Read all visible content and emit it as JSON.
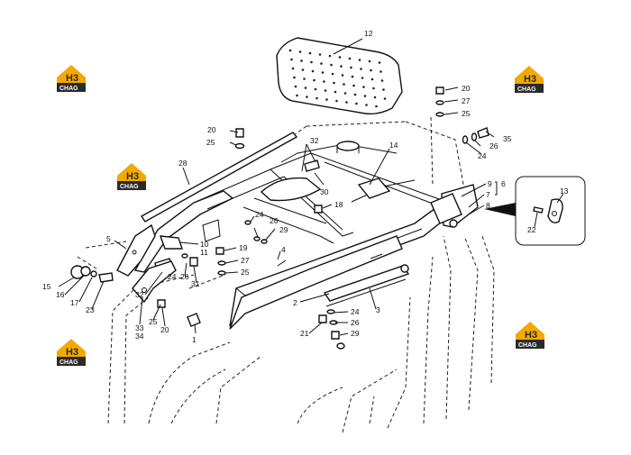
{
  "watermark": {
    "mark": "H3",
    "text": "CHAG",
    "color_gold": "#f2a900",
    "color_dark": "#2a2a2a"
  },
  "callouts": {
    "c1": "1",
    "c2": "2",
    "c3": "3",
    "c4": "4",
    "c5": "5",
    "c6": "6",
    "c7": "7",
    "c8": "8",
    "c9": "9",
    "c10": "10",
    "c11": "11",
    "c12": "12",
    "c13": "13",
    "c14": "14",
    "c15": "15",
    "c16": "16",
    "c17": "17",
    "c18": "18",
    "c19": "19",
    "c20": "20",
    "c21": "21",
    "c22": "22",
    "c23": "23",
    "c24": "24",
    "c25": "25",
    "c26": "26",
    "c27": "27",
    "c28": "28",
    "c29": "29",
    "c30": "30",
    "c31": "31",
    "c32": "32",
    "c33": "33",
    "c34": "34",
    "c35": "35"
  }
}
